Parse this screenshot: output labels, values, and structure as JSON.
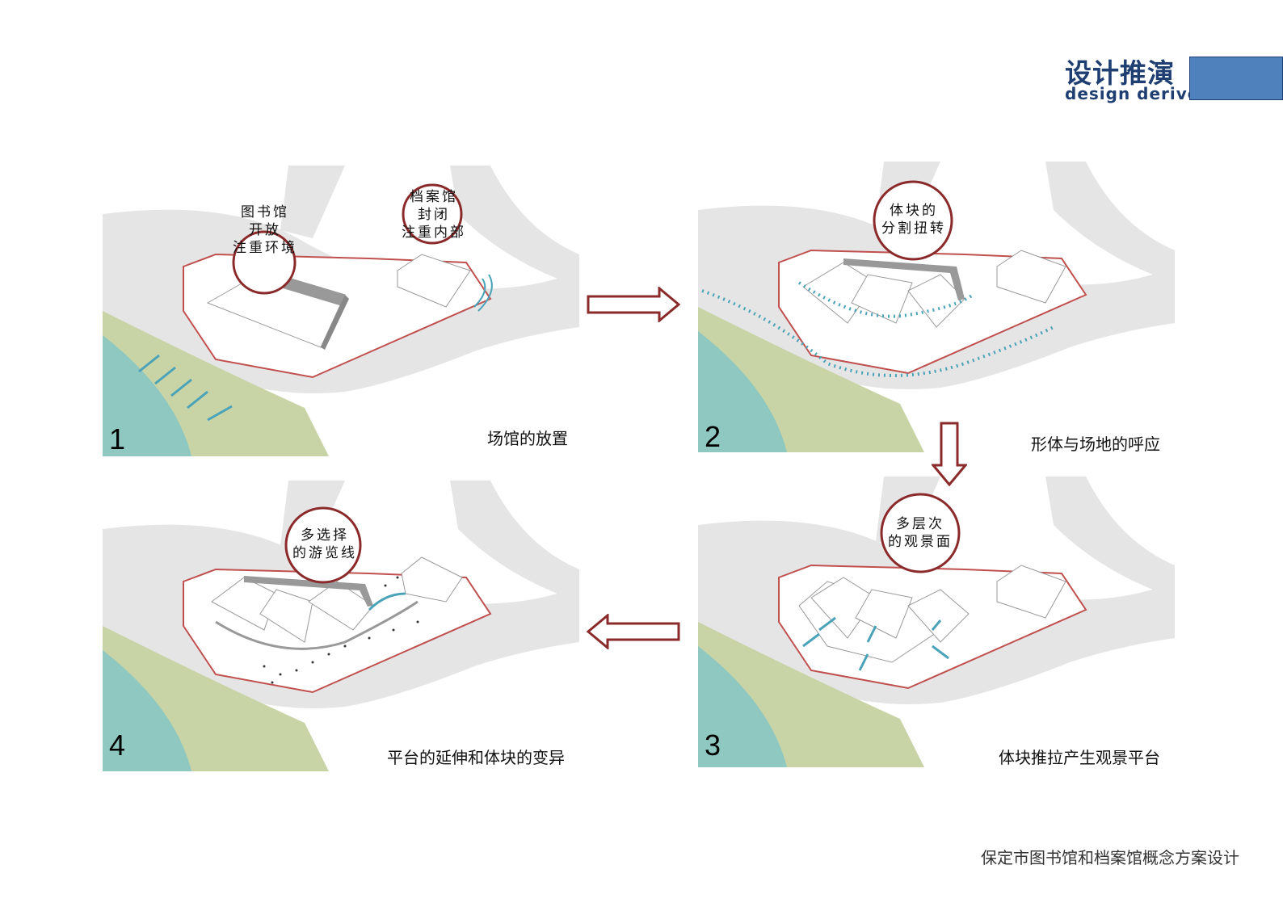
{
  "header": {
    "title": "设计推演",
    "subtitle": "design derive"
  },
  "panels": [
    {
      "number": "1",
      "caption": "场馆的放置",
      "bubbles": [
        {
          "text": "图书馆\n开放\n注重环境"
        },
        {
          "text": "档案馆\n封闭\n注重内部"
        }
      ]
    },
    {
      "number": "2",
      "caption": "形体与场地的呼应",
      "bubbles": [
        {
          "text": "体块的\n分割扭转"
        }
      ]
    },
    {
      "number": "3",
      "caption": "体块推拉产生观景平台",
      "bubbles": [
        {
          "text": "多层次\n的观景面"
        }
      ]
    },
    {
      "number": "4",
      "caption": "平台的延伸和体块的变异",
      "bubbles": [
        {
          "text": "多选择\n的游览线"
        }
      ]
    }
  ],
  "footer": {
    "text": "保定市图书馆和档案馆概念方案设计"
  },
  "colors": {
    "accent": "#1f3f73",
    "bar": "#4f81bd",
    "site_outline": "#c0504d",
    "arrow": "#8b2a2a",
    "water": "#8ec8c0",
    "grass": "#c9d4a6",
    "road": "#e6e5e6",
    "flow": "#4aa3b8"
  }
}
